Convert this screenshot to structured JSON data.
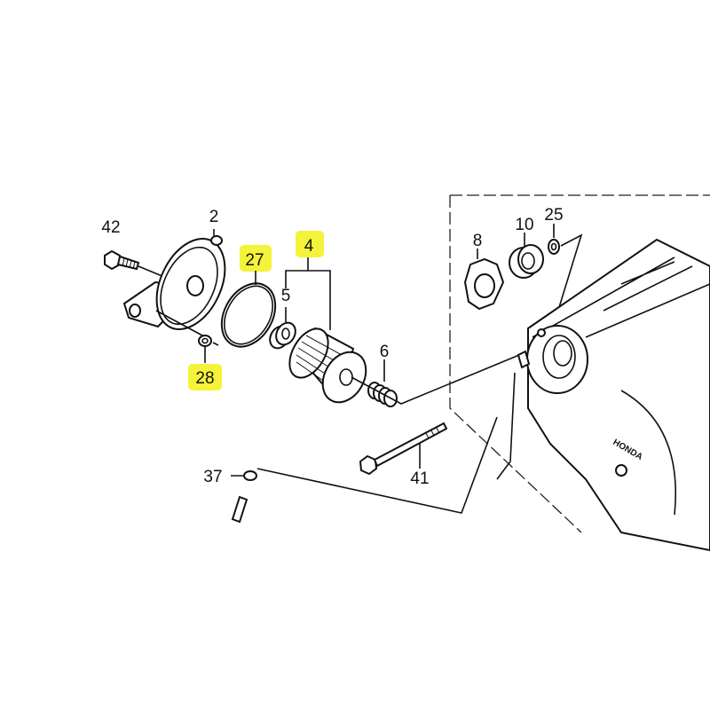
{
  "diagram": {
    "highlight_color": "#f5f23a",
    "labels": {
      "p42": "42",
      "p2": "2",
      "p27": "27",
      "p4": "4",
      "p5": "5",
      "p6": "6",
      "p28": "28",
      "p8": "8",
      "p10": "10",
      "p25": "25",
      "p41": "41",
      "p37": "37"
    },
    "highlighted_parts": [
      "27",
      "4",
      "28"
    ],
    "logo_text": "HONDA"
  }
}
